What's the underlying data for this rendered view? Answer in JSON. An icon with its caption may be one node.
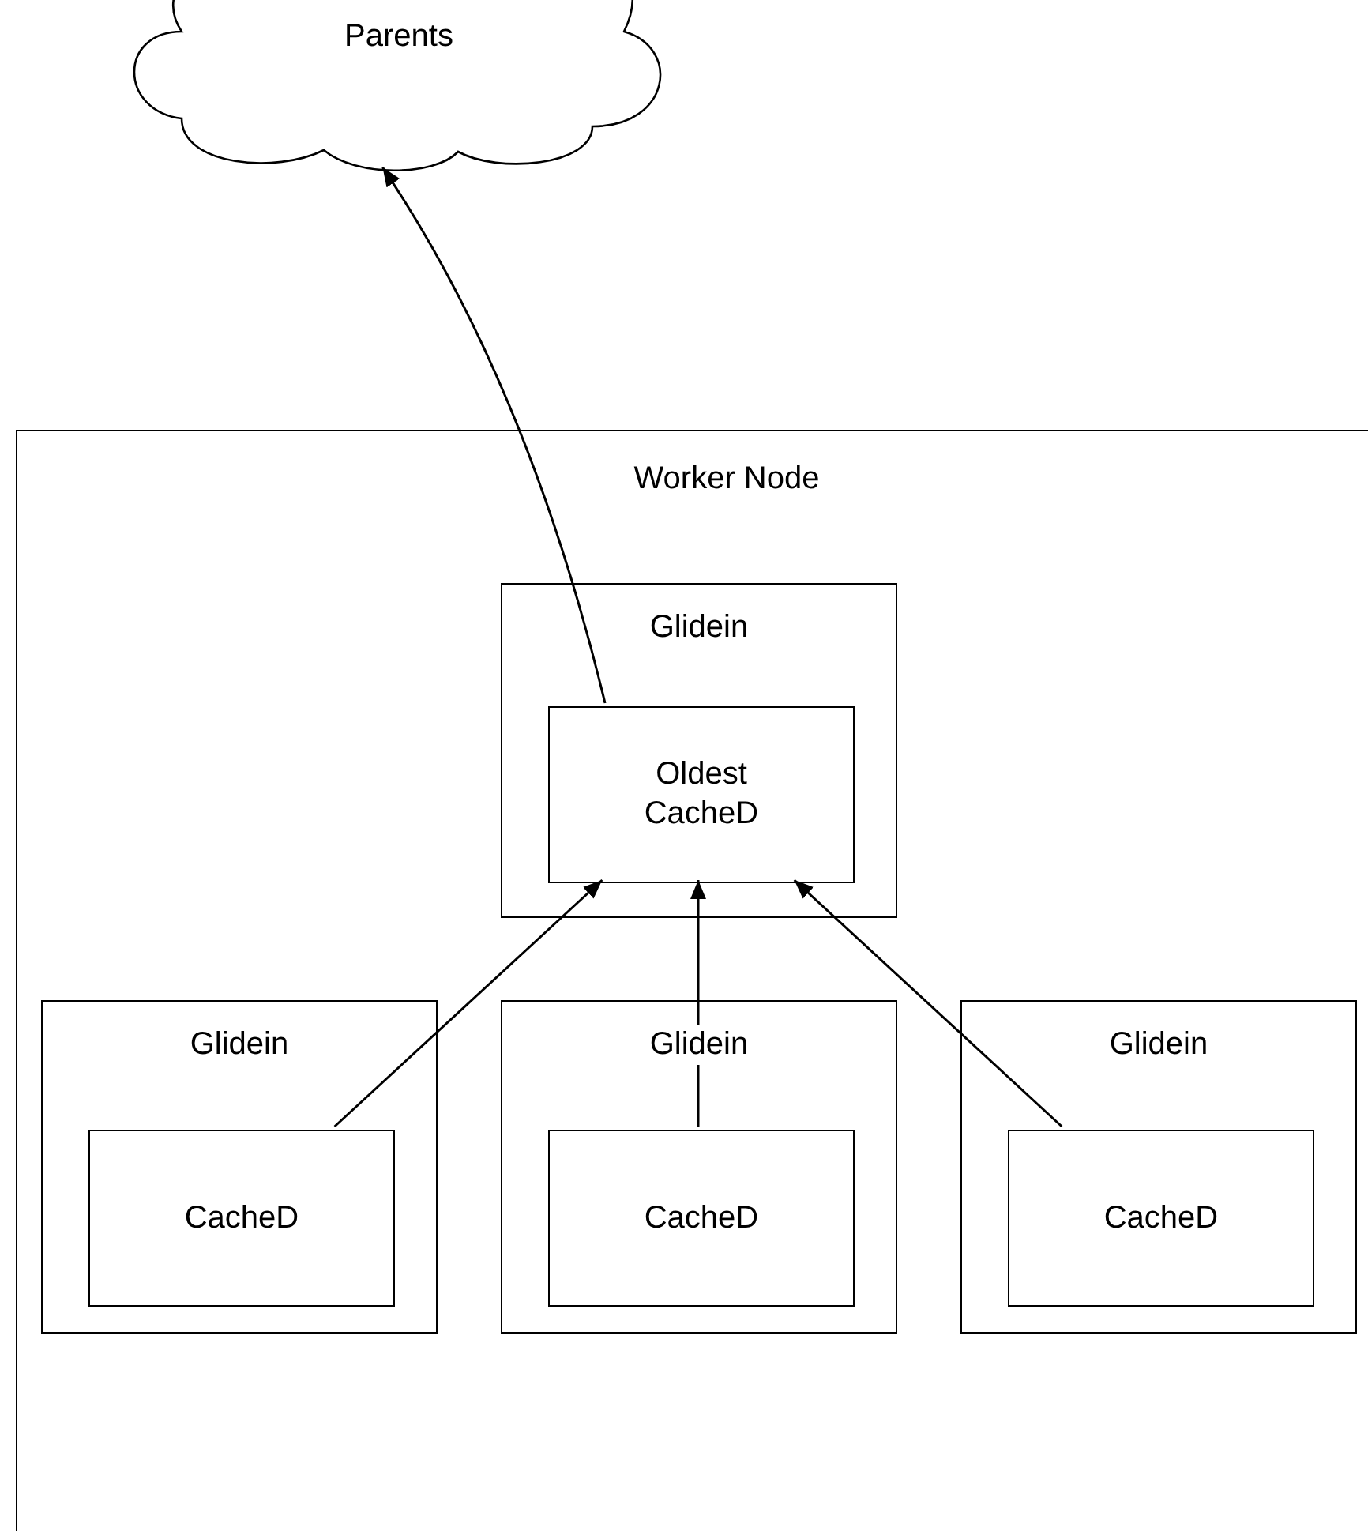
{
  "diagram": {
    "nodes": [
      {
        "text": [
          "Parents"
        ]
      },
      {
        "text": [
          "Worker Node"
        ]
      },
      {
        "text": [
          "Glidein"
        ],
        "in": 1
      },
      {
        "text": [
          "Oldest CacheD"
        ],
        "in": 2
      },
      {
        "text": [
          "Glidein"
        ],
        "in": 1
      },
      {
        "text": [
          "CacheD"
        ],
        "in": 4
      },
      {
        "text": [
          "Glidein"
        ],
        "in": 1
      },
      {
        "text": [
          "CacheD"
        ],
        "in": 6
      },
      {
        "text": [
          "Glidein"
        ],
        "in": 1
      },
      {
        "text": [
          "CacheD"
        ],
        "in": 8
      }
    ],
    "edges": [
      {
        "from": 3,
        "to": 0,
        "arrow": "to"
      },
      {
        "from": 5,
        "to": 3,
        "arrow": "to"
      },
      {
        "from": 7,
        "to": 3,
        "arrow": "to"
      },
      {
        "from": 9,
        "to": 3,
        "arrow": "to"
      }
    ]
  }
}
